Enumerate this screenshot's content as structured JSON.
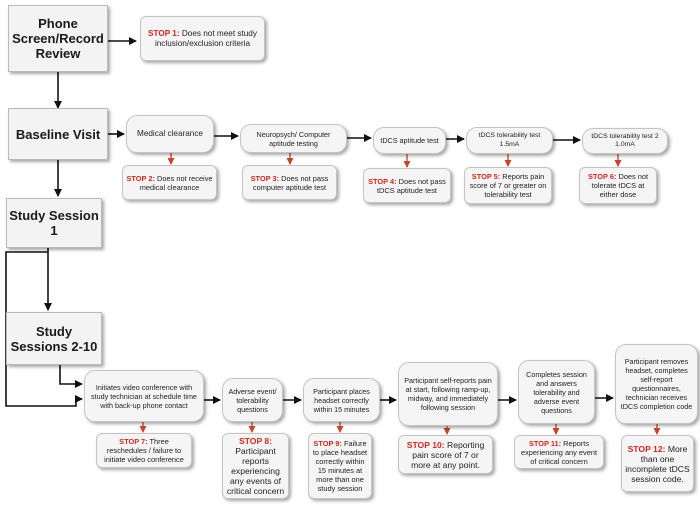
{
  "phases": {
    "screen": "Phone Screen/Record Review",
    "baseline": "Baseline Visit",
    "session1": "Study Session 1",
    "sessions": "Study Sessions 2-10"
  },
  "stop1": {
    "label": "STOP 1:",
    "text": " Does not meet study  inclusion/exclusion criteria"
  },
  "baseline_steps": [
    "Medical clearance",
    "Neuropsych/ Computer aptitude testing",
    "tDCS aptitude test",
    "tDCS tolerability test 1.5mA",
    "tDCS tolerability test 2 1.0mA"
  ],
  "baseline_stops": [
    {
      "label": "STOP 2:",
      "text": " Does not receive medical clearance"
    },
    {
      "label": "STOP 3:",
      "text": " Does not pass computer aptitude test"
    },
    {
      "label": "STOP 4:",
      "text": " Does not pass tDCS aptitude test"
    },
    {
      "label": "STOP 5:",
      "text": " Reports pain score of 7 or greater on tolerability test"
    },
    {
      "label": "STOP 6:",
      "text": " Does not tolerate tDCS at either dose"
    }
  ],
  "session_steps": [
    "Initiates video conference with study technician at schedule time with back-up phone contact",
    "Adverse event/ tolerability questions",
    "Participant places headset correctly within 15 minutes",
    "Participant self-reports pain at start, following ramp-up, midway, and immediately following session",
    "Completes session and answers tolerability and adverse event questions",
    "Participant removes headset, completes self-report questionnaires, technician receives tDCS completion code"
  ],
  "session_stops": [
    {
      "label": "STOP 7:",
      "text": " Three reschedules / failure to initiate video conference"
    },
    {
      "label": "STOP 8:",
      "text": " Participant reports experiencing any events of critical concern"
    },
    {
      "label": "STOP 9:",
      "text": " Failure to place headset correctly within 15 minutes at more than one study session"
    },
    {
      "label": "STOP 10:",
      "text": " Reporting pain score of 7 or more at any point."
    },
    {
      "label": "STOP 11:",
      "text": " Reports experiencing any event of critical concern"
    },
    {
      "label": "STOP 12:",
      "text": " More than one incomplete tDCS session code."
    }
  ],
  "colors": {
    "stop_label": "#d9261c",
    "stop_arrow": "#c8452a",
    "flow_arrow": "#111111",
    "box_fill": "#f5f5f5"
  }
}
